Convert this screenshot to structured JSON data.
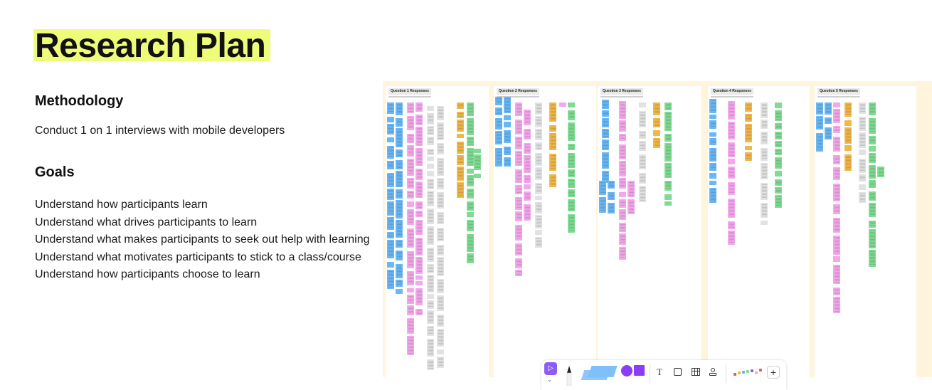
{
  "page": {
    "title": "Research Plan",
    "methodology": {
      "heading": "Methodology",
      "text": "Conduct 1 on 1 interviews with mobile developers"
    },
    "goals": {
      "heading": "Goals",
      "items": [
        "Understand how participants learn",
        "Understand what drives participants to learn",
        "Understand what makes participants to seek out help with learning",
        "Understand what motivates participants to stick to a class/course",
        "Understand how participants choose to learn"
      ]
    }
  },
  "board": {
    "frames": [
      {
        "title": "Question 1 Responses"
      },
      {
        "title": "Question 2 Responses"
      },
      {
        "title": "Question 3 Responses"
      },
      {
        "title": "Question 4 Responses"
      },
      {
        "title": "Question 5 Responses"
      }
    ],
    "sticky_colors": {
      "blue": "#6ab7f5",
      "pink": "#f4a7ec",
      "grey": "#e2e2e2",
      "orange": "#f2b74a",
      "green": "#7fdc92"
    },
    "background_color": "#fff4dc"
  },
  "toolbar": {
    "tools": [
      {
        "name": "select",
        "icon": "cursor-icon"
      },
      {
        "name": "pen",
        "icon": "pen-icon"
      },
      {
        "name": "sticky",
        "icon": "sticky-note-icon"
      },
      {
        "name": "shapes",
        "icon": "shapes-icon"
      },
      {
        "name": "text",
        "icon": "text-icon",
        "glyph": "T"
      },
      {
        "name": "section",
        "icon": "section-icon"
      },
      {
        "name": "table",
        "icon": "table-icon"
      },
      {
        "name": "stamp",
        "icon": "stamp-icon"
      },
      {
        "name": "widgets",
        "icon": "widgets-icon"
      },
      {
        "name": "more",
        "icon": "plus-icon",
        "glyph": "+"
      }
    ],
    "accent_color": "#8b5cf6"
  }
}
